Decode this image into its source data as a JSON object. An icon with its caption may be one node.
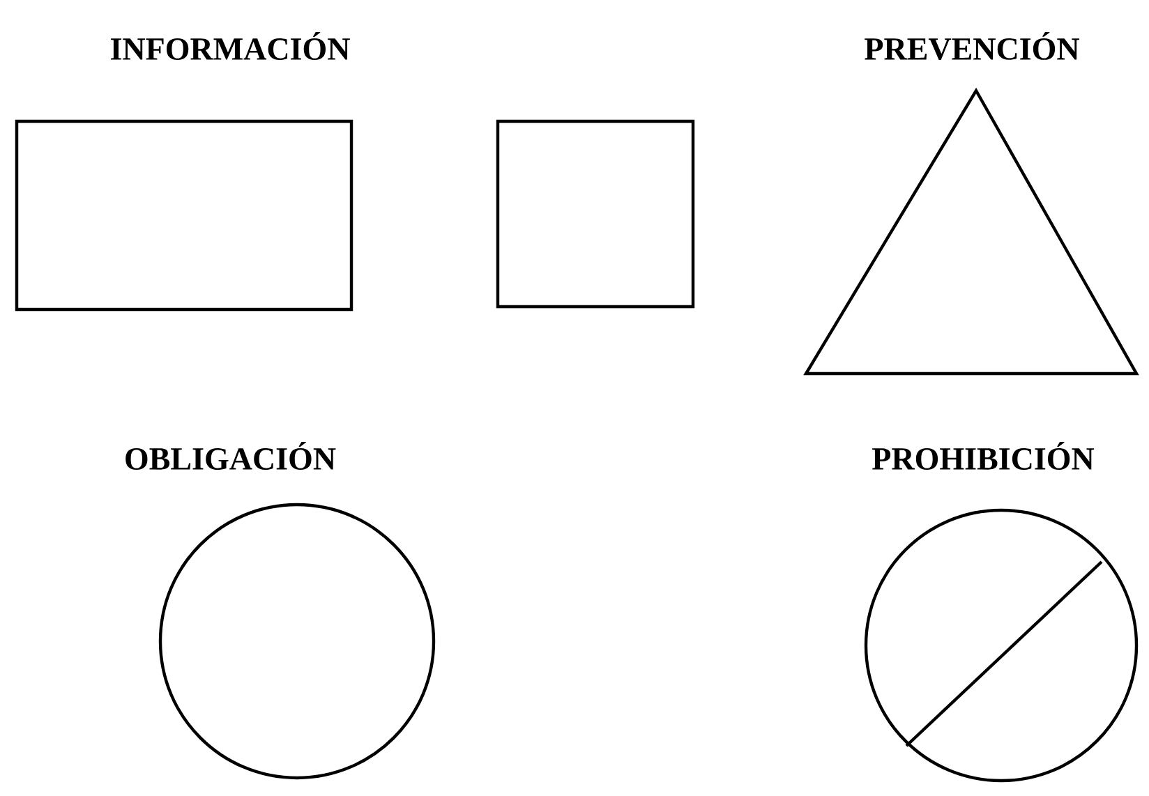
{
  "diagram": {
    "nodes": [
      {
        "text": [],
        "shape": "box"
      },
      {
        "text": [],
        "shape": "box"
      },
      {
        "text": [],
        "shape": "triangle"
      },
      {
        "text": [],
        "shape": "circle"
      },
      {
        "text": [],
        "shape": "circle"
      }
    ],
    "labels": [
      "INFORMACIÓN",
      "PREVENCIÓN",
      "OBLIGACIÓN",
      "PROHIBICIÓN"
    ]
  }
}
